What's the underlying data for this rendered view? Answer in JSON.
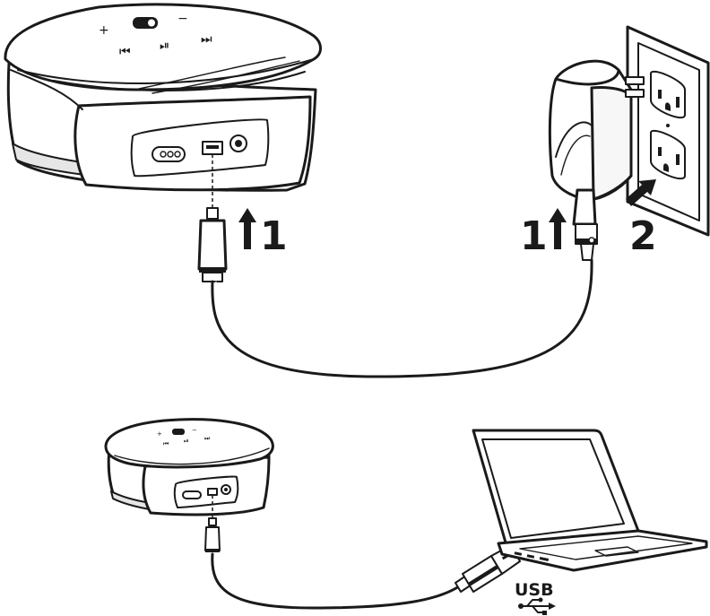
{
  "labels": {
    "step1_speaker": "1",
    "step1_adapter": "1",
    "step2_wall": "2",
    "usb": "USB"
  },
  "speaker_buttons": {
    "plus": "+",
    "minus": "−",
    "prev": "⏮",
    "play_pause": "⏯",
    "next": "⏭"
  },
  "icons": {
    "usb_symbol": "usb-icon",
    "up_arrow": "up-arrow-icon",
    "push_arrow": "right-arrow-icon"
  },
  "colors": {
    "line": "#1a1a1a",
    "background": "#ffffff"
  }
}
